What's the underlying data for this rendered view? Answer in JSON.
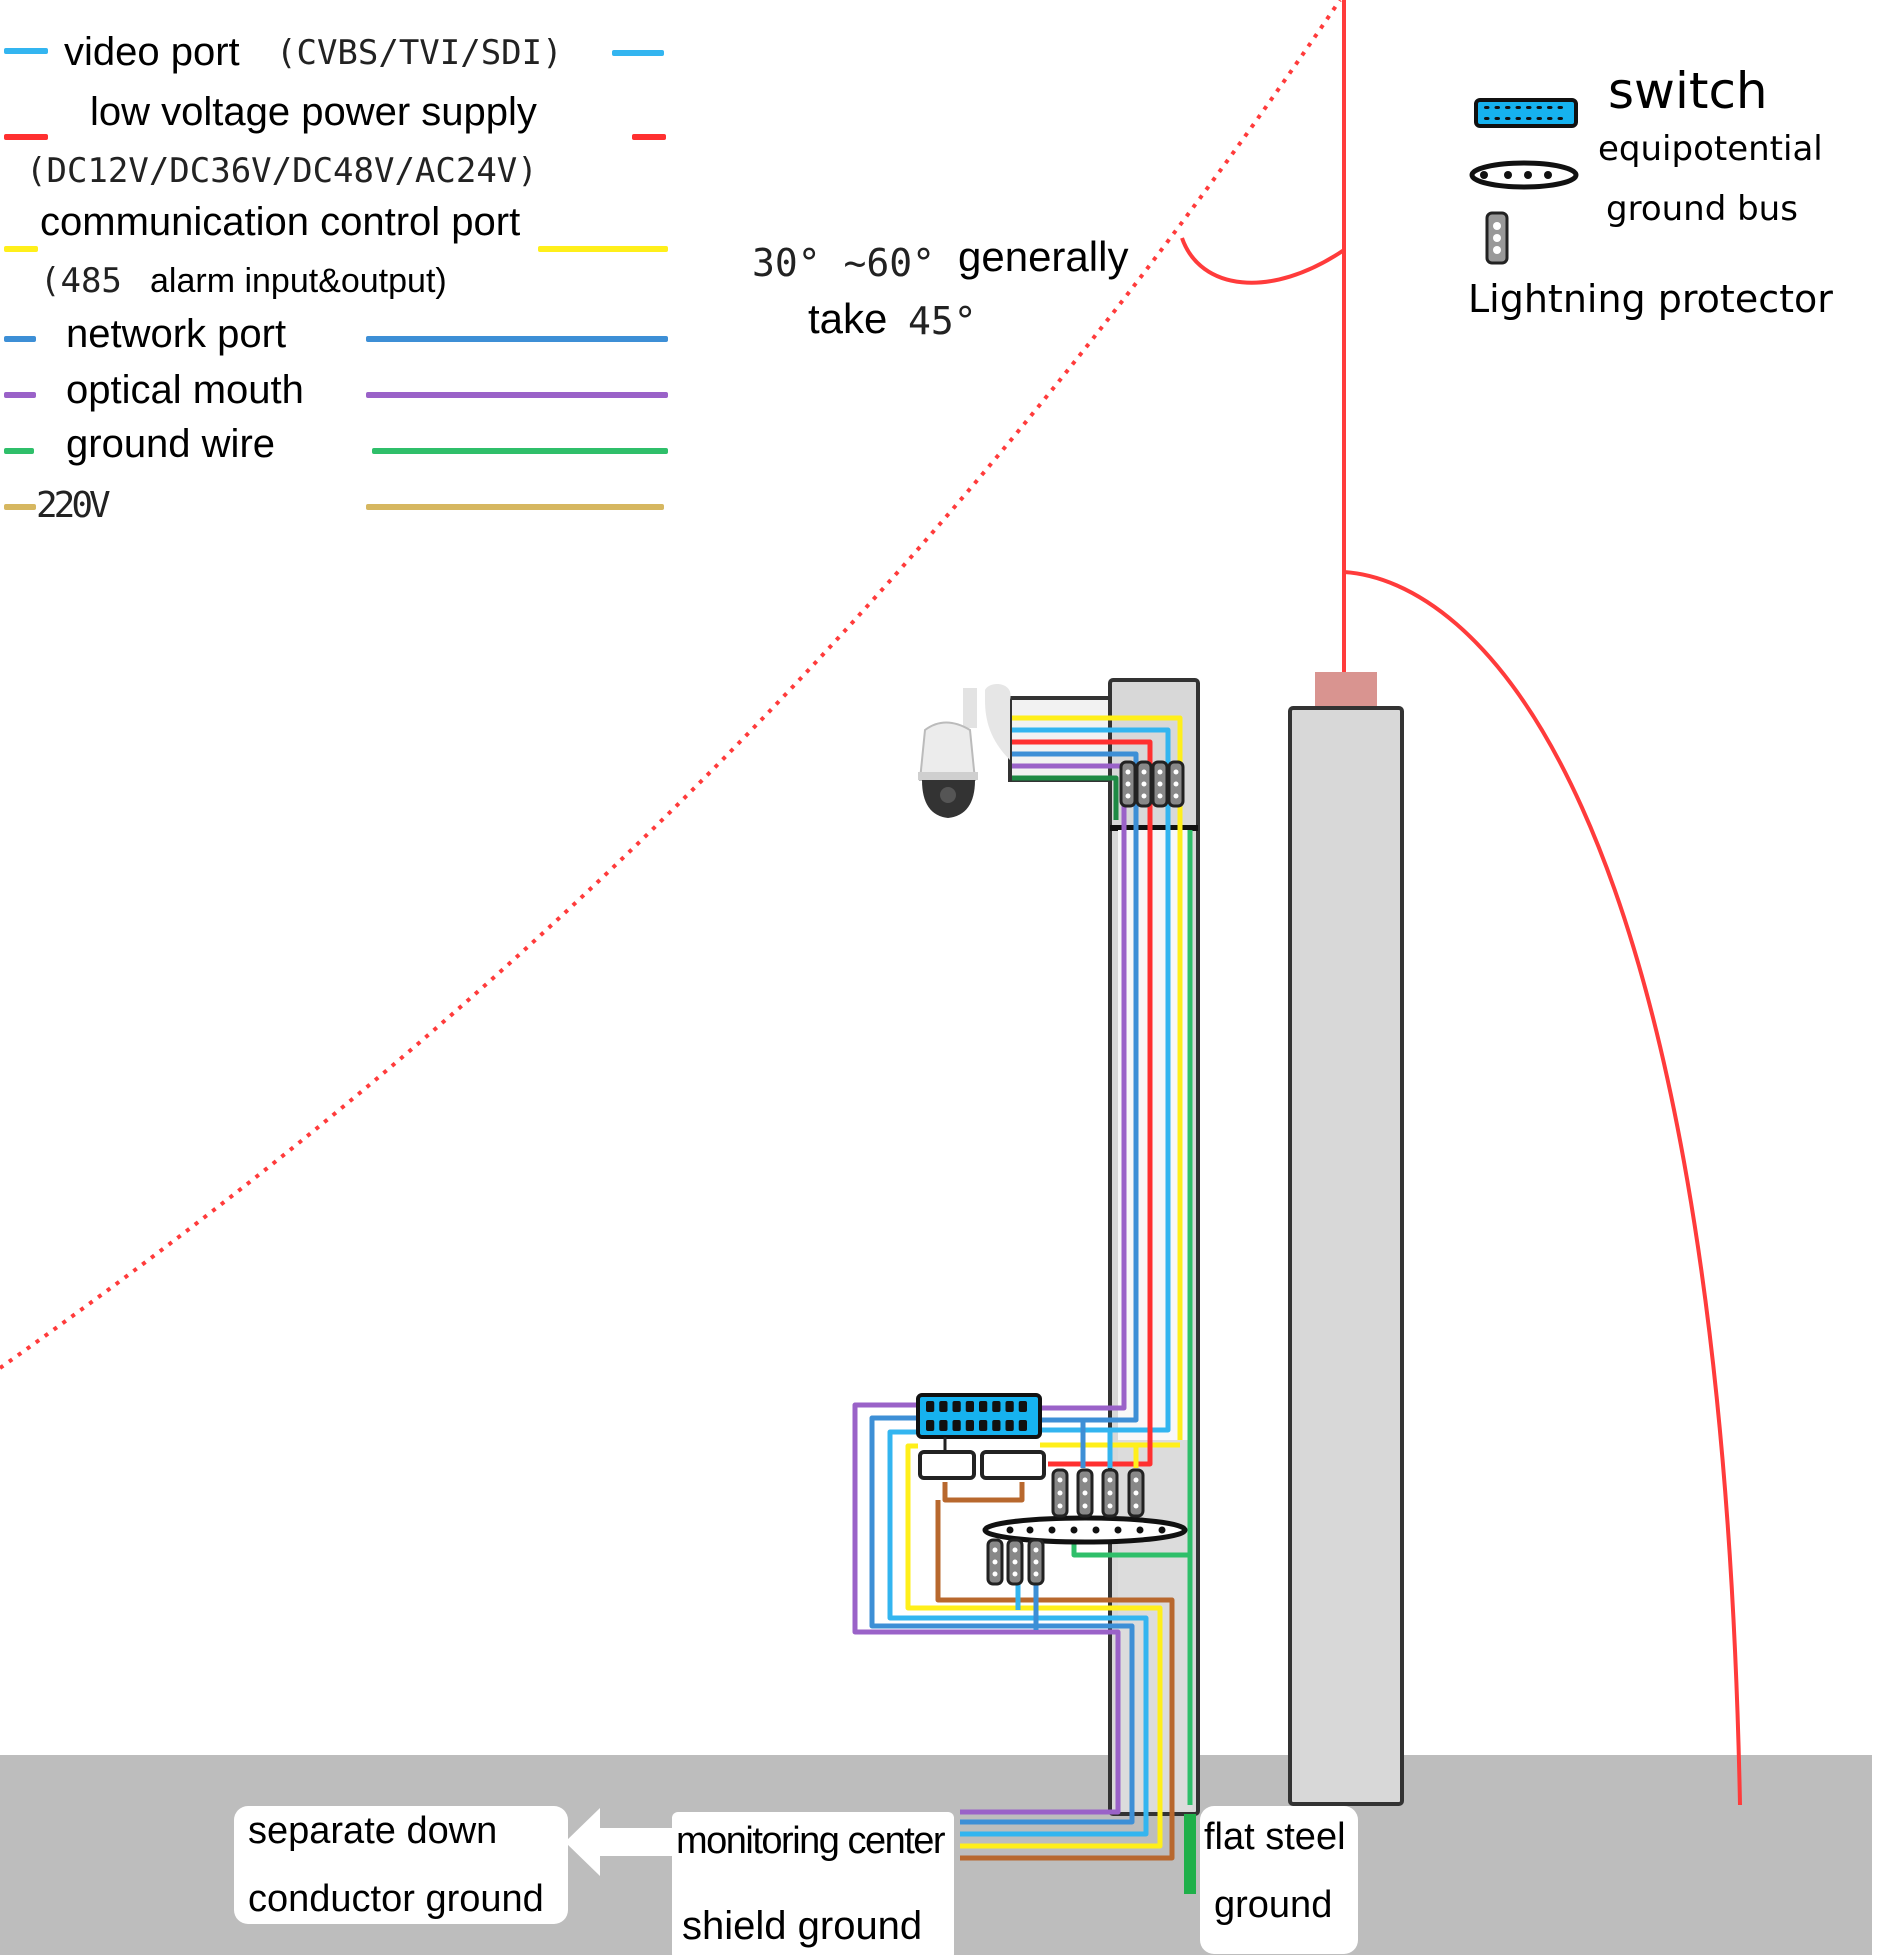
{
  "colors": {
    "video": "#33b5f0",
    "power": "#ff3030",
    "comm": "#ffef1a",
    "network": "#3d8fd6",
    "optical": "#9a62c8",
    "ground": "#2fbf6a",
    "ac220": "#b8682e",
    "legend220": "#d6b760",
    "lightning": "#ff3b3b",
    "pole_fill": "#d8d8d8",
    "pole_stroke": "#333333",
    "ground_band": "#bdbdbd",
    "rod_cap": "#d99490",
    "switch_fill": "#16b2ef",
    "flat_steel": "#1fb04a"
  },
  "legend": {
    "items": [
      {
        "id": "video",
        "label": "video port",
        "suffix": "(CVBS/TVI/SDI)"
      },
      {
        "id": "power",
        "label": "low voltage power supply",
        "suffix": "(DC12V/DC36V/DC48V/AC24V)"
      },
      {
        "id": "comm",
        "label": "communication control port",
        "prefix": "(485",
        "suffix": "alarm input&output)"
      },
      {
        "id": "network",
        "label": "network port"
      },
      {
        "id": "optical",
        "label": "optical mouth"
      },
      {
        "id": "ground",
        "label": "ground wire"
      },
      {
        "id": "ac220",
        "label": "220V"
      }
    ]
  },
  "symbol_key": {
    "switch": "switch",
    "bus_line1": "equipotential",
    "bus_line2": "ground bus",
    "protector": "Lightning protector"
  },
  "angle_note": {
    "line1_deg": "30°  ~60°",
    "line1_text": "generally",
    "line2_text": "take",
    "line2_deg": "45°"
  },
  "bottom_labels": {
    "separate_line1": "separate down",
    "separate_line2": "conductor ground",
    "monitoring_line1": "monitoring center",
    "monitoring_line2": "shield ground",
    "flat_line1": "flat steel",
    "flat_line2": "ground"
  },
  "icons": {
    "camera": "ptz-dome-camera-icon",
    "switch": "network-switch-icon",
    "bus": "equipotential-ground-bus-icon",
    "protector": "lightning-protector-icon",
    "arrow": "arrow-left-icon"
  }
}
